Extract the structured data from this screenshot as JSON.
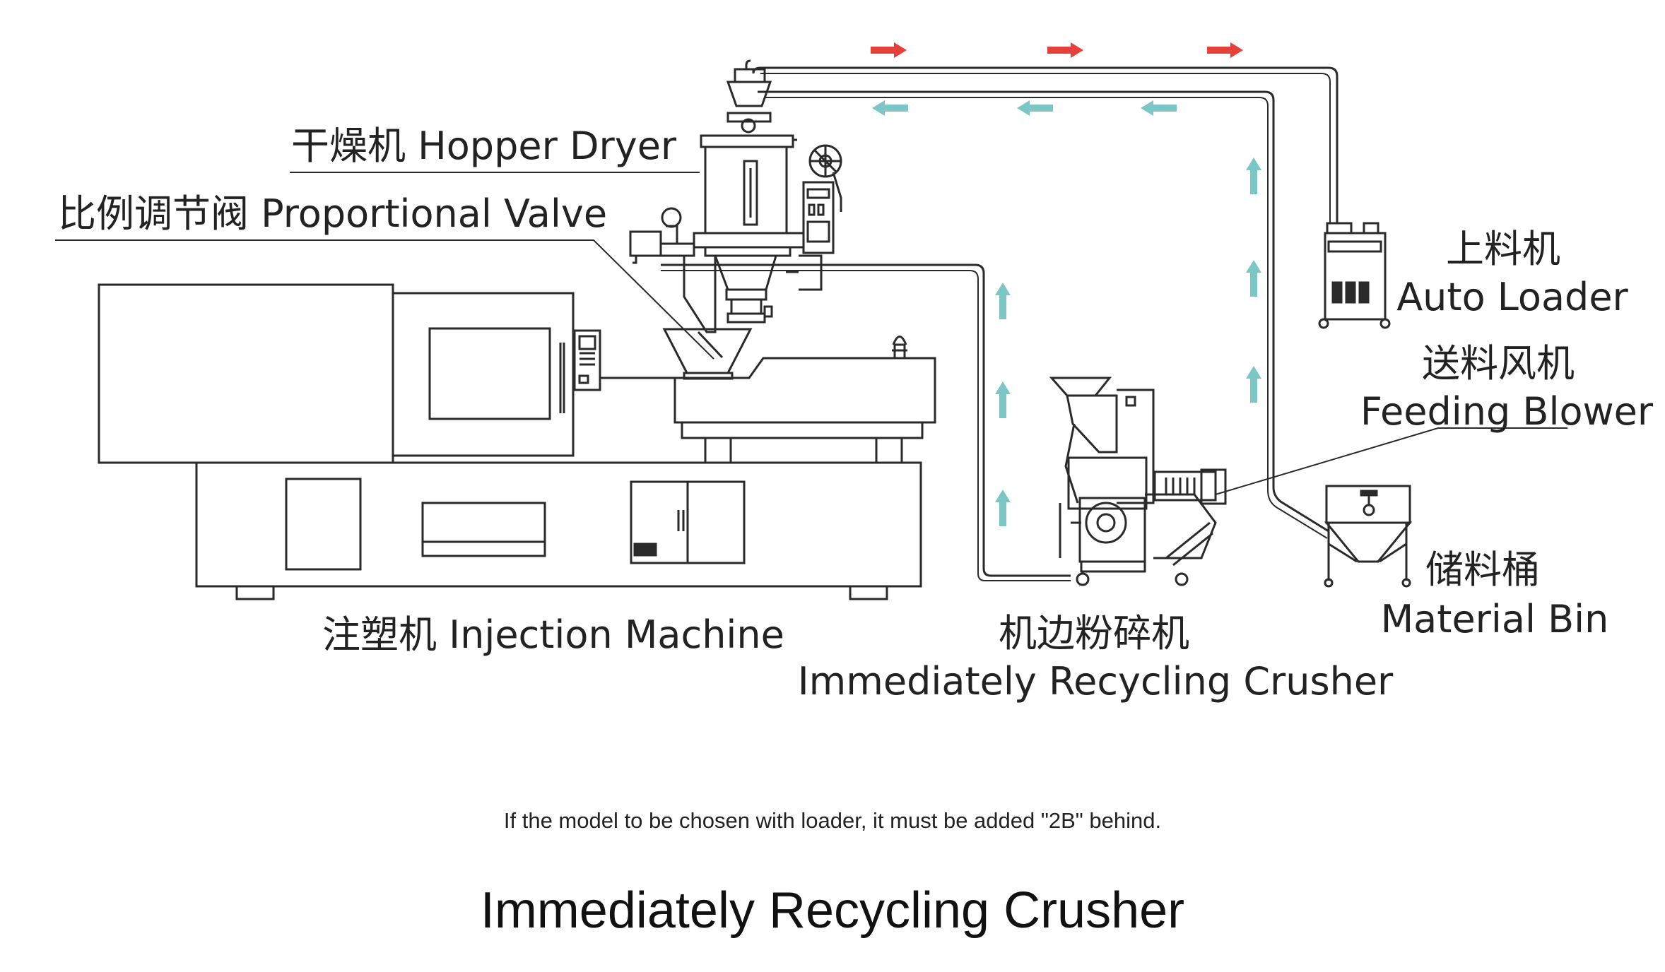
{
  "labels": {
    "hopper_dryer": "干燥机  Hopper Dryer",
    "proportional_valve": "比例调节阀 Proportional Valve",
    "injection_machine": "注塑机  Injection Machine",
    "crusher_cn": "机边粉碎机",
    "crusher_en": "Immediately Recycling Crusher",
    "auto_loader_cn": "上料机",
    "auto_loader_en": "Auto Loader",
    "feeding_blower_cn": "送料风机",
    "feeding_blower_en": "Feeding Blower",
    "material_bin_cn": "储料桶",
    "material_bin_en": "Material Bin"
  },
  "note": "If the model to be chosen with loader, it must be added \"2B\" behind.",
  "title": "Immediately Recycling Crusher",
  "colors": {
    "line": "#2a2a2a",
    "arrow_red": "#e5403a",
    "arrow_teal": "#7cc6c6"
  }
}
